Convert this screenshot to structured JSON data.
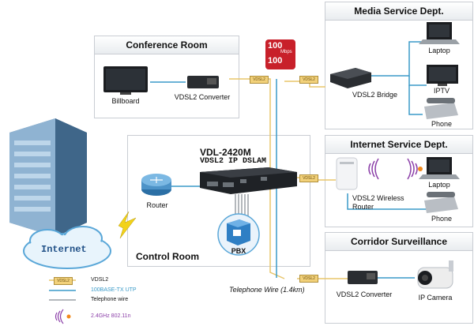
{
  "colors": {
    "vdsl2_line": "#e8c56a",
    "utp_line": "#3a9ac8",
    "phone_line": "#9aa0a6",
    "wireless": "#8b3fa8",
    "box_border": "#c9cdd3",
    "dslam_body": "#1f2226"
  },
  "boxes": {
    "media": {
      "title": "Media Service Dept."
    },
    "conference": {
      "title": "Conference Room"
    },
    "internet_dept": {
      "title": "Internet Service Dept."
    },
    "corridor": {
      "title": "Corridor Surveillance"
    },
    "control": {
      "title": "Control Room"
    }
  },
  "badge": {
    "top": "100",
    "unit": "Mbps",
    "bottom": "100"
  },
  "dslam": {
    "model": "VDL-2420M",
    "name": "VDSL2 IP DSLAM"
  },
  "devices": {
    "billboard": "Billboard",
    "conf_converter": "VDSL2 Converter",
    "bridge": "VDSL2 Bridge",
    "laptop1": "Laptop",
    "iptv": "IPTV",
    "phone1": "Phone",
    "wireless_router": "VDSL2 Wireless\nRouter",
    "laptop2": "Laptop",
    "phone2": "Phone",
    "router": "Router",
    "pbx": "PBX",
    "corridor_converter": "VDSL2 Converter",
    "ip_camera": "IP Camera",
    "internet": "Internet"
  },
  "tags": {
    "vdsl2": "VDSL2"
  },
  "telephone_wire": "Telephone Wire (1.4km)",
  "legend": [
    {
      "label": "VDSL2",
      "icon": "vdsl2-line",
      "color": "#e8c56a"
    },
    {
      "label": "100BASE-TX UTP",
      "icon": "utp-line",
      "color": "#3a9ac8"
    },
    {
      "label": "Telephone wire",
      "icon": "phone-line",
      "color": "#9aa0a6"
    },
    {
      "label": "2.4GHz 802.11n",
      "icon": "wireless-icon",
      "color": "#8b3fa8"
    }
  ]
}
